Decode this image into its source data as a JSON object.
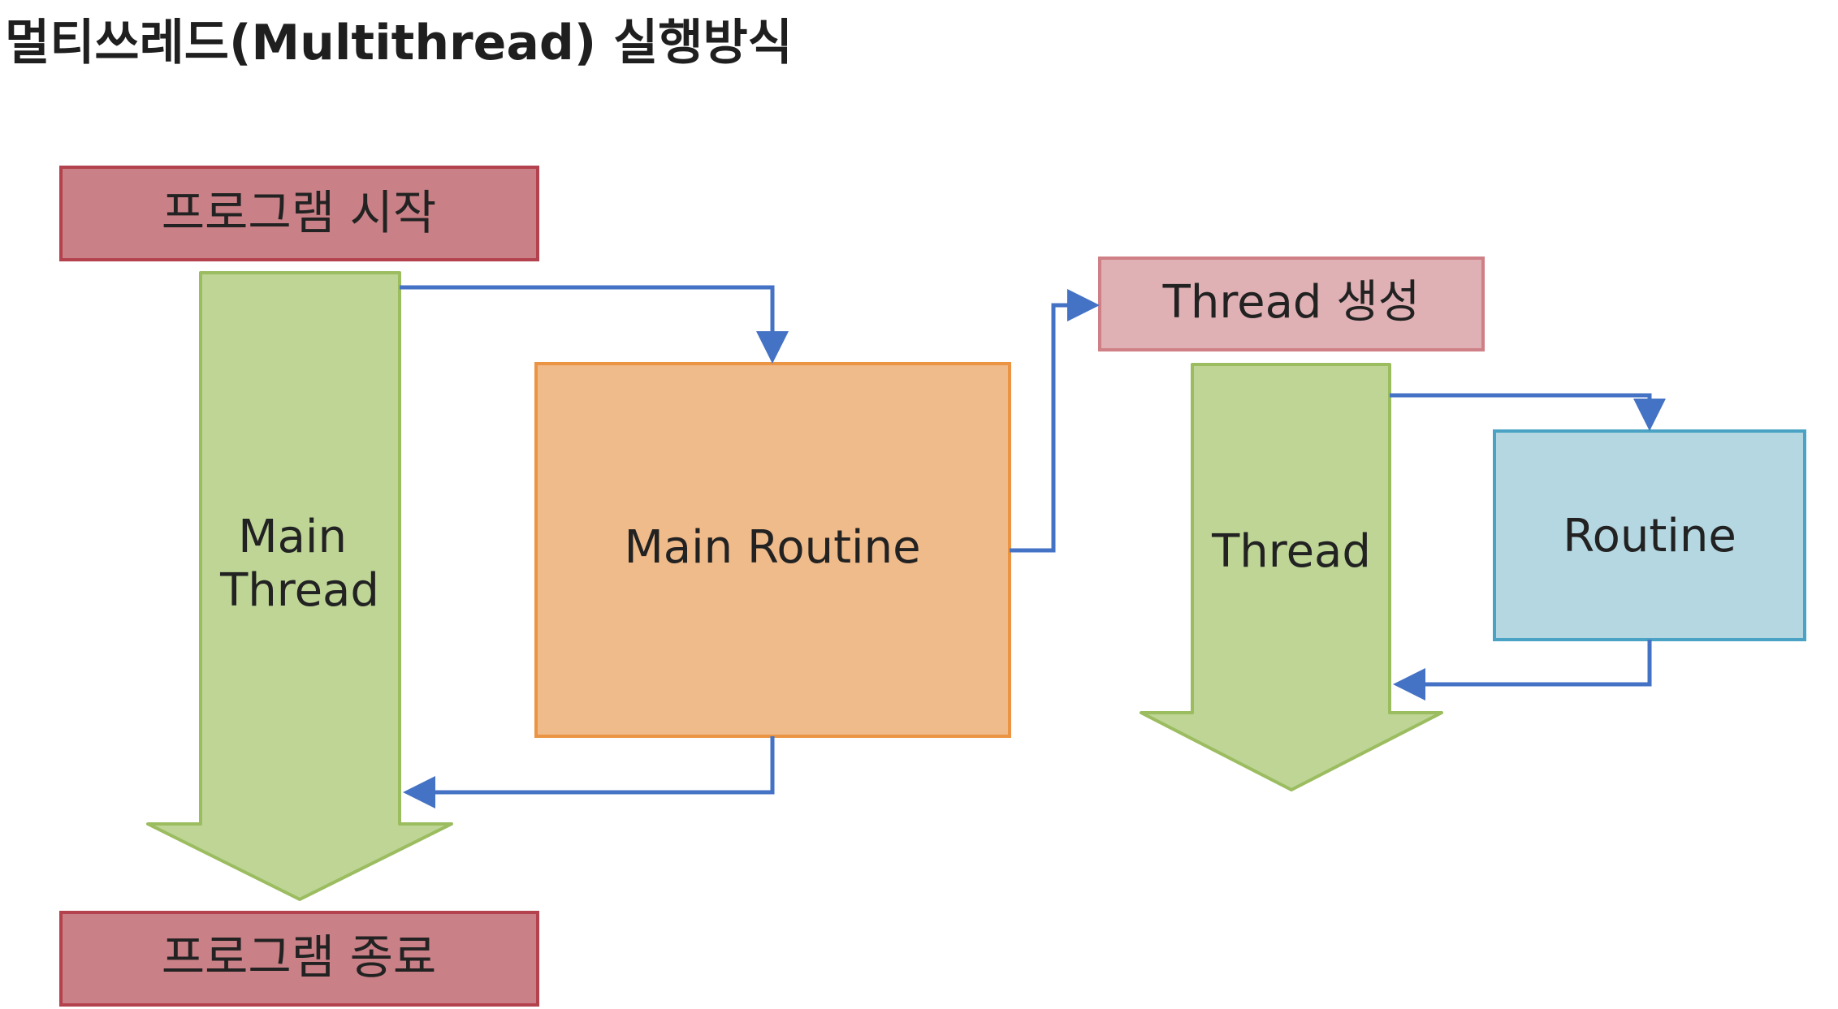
{
  "title": "멀티쓰레드(Multithread) 실행방식",
  "nodes": {
    "program_start": "프로그램 시작",
    "program_end": "프로그램 종료",
    "main_thread": [
      "Main",
      "Thread"
    ],
    "main_routine": "Main Routine",
    "thread_create": "Thread 생성",
    "thread": "Thread",
    "routine": "Routine"
  },
  "colors": {
    "start_end_fill": "#c98086",
    "start_end_border": "#b4424e",
    "thread_create_fill": "#dfb1b4",
    "thread_create_border": "#cf8086",
    "arrow_green": "#bed596",
    "arrow_green_border": "#9bbc5f",
    "main_routine_fill": "#f0bb8b",
    "main_routine_border": "#ea9444",
    "routine_fill": "#b5d7e2",
    "routine_border": "#4aa3c4",
    "connector": "#4472c4",
    "title_text": "#1f1f1f"
  }
}
